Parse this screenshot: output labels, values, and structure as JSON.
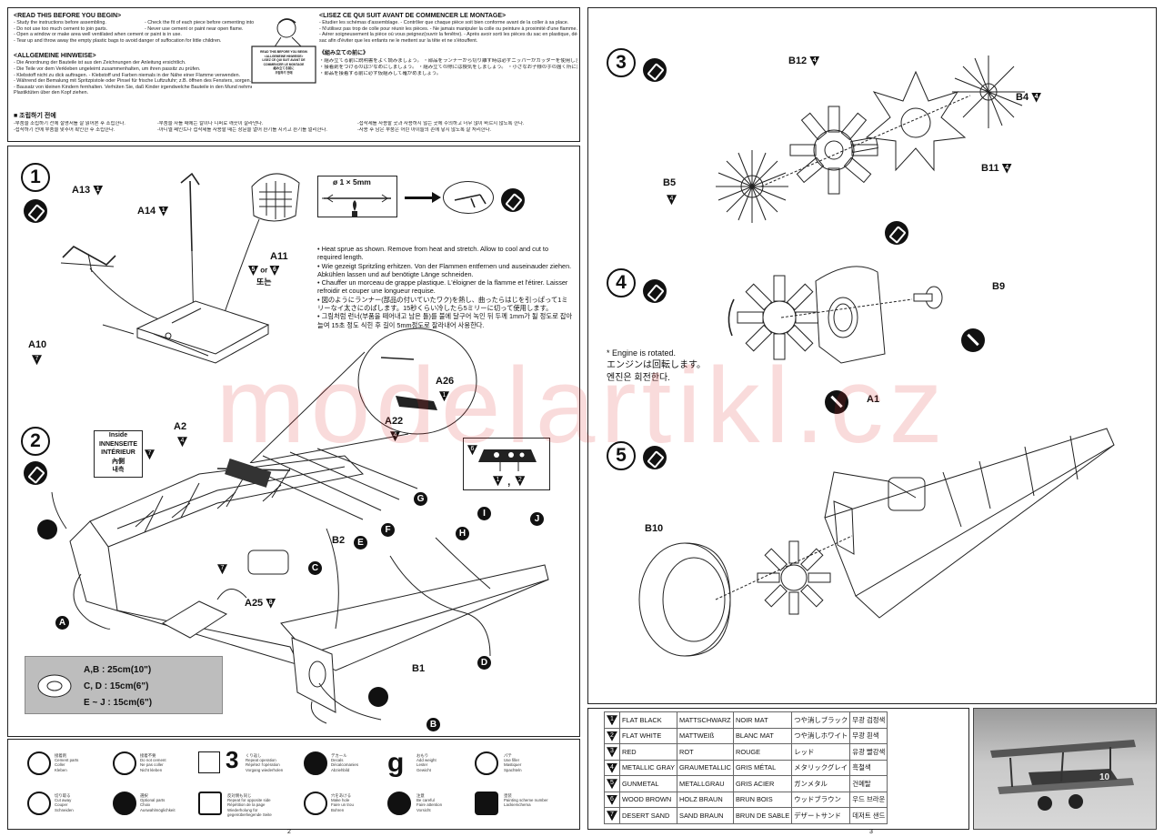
{
  "header": {
    "left": {
      "en_title": "<READ THIS BEFORE YOU BEGIN>",
      "en_lines": [
        "- Study the instructions before assembling.",
        "- Do not use too much cement to join parts.",
        "- Open a window or make area well ventilated when cement or paint is in use.",
        "- Tear up and throw away the empty plastic bags to avoid danger of suffocation for little children."
      ],
      "en_lines_b": [
        "- Check the fit of each piece before cementing into place.",
        "- Never use cement or paint near open flame."
      ],
      "de_title": "<ALLGEMEINE HINWEISE>",
      "de_lines": [
        "- Die Anordnung der Bauteile ist aus den Zeichnungen der  Anleitung ersichtlich.",
        "- Die Teile vor dem Verkleben ungeleimt zusammenhalten, um ihren passitz zu prüfen.",
        "- Klebstoff nicht zu dick auftragen.          - Klebstoff und Farben niemals in der Nähe einer Flamme verwenden.",
        "- Während der Bemalung mit Spritzpistole oder Pinsel für frische Luftzufuhr; z.B. öffnen des Fensters, sorgen.",
        "- Bausatz von kleinen Kindern fernhalten. Verhüten Sie, daß Kinder irgendwelche Bauteile in den Mund nehmen oder",
        "  Plastiktüten über den Kopf ziehen."
      ],
      "kr_title": "■ 조립하기 전에",
      "kr_lines": [
        "-부품을 조립하기 전에 설명서를 잘 읽어본 후 조립한다.",
        "-접착하기 전에 부품을 맞추어 확인한 후 조립한다."
      ],
      "kr_lines_b": [
        "-부품을 자를 때에는 칼이나 니퍼로 깨끗이 잘라낸다.",
        "-아니엘 페인트나 접착제를 사용할 때는 창문을 열어 환기를 시키고 환기를 멀리한다."
      ],
      "kr_lines_c": [
        "-접착제를 사용할 곳과 사용하지 않는 곳에 주의하고 너무 많이 바르지 않도록 한다.",
        "-사용 후 남은 부품은 어린 아이들의 손에 닿지 않도록 잘 처리한다."
      ]
    },
    "sign_text": [
      "READ THIS BEFORE YOU BEGIN",
      "<ALLGEMEINE HINWEISE>",
      "LISEZ CE QUI SUIT AVANT DE",
      "COMMENCER LE MONTAGE",
      "組み立てる前に",
      "조립하기 전에"
    ],
    "right": {
      "fr_title": "<LISEZ CE QUI SUIT AVANT DE COMMENCER LE MONTAGE>",
      "fr_lines": [
        "- Etudier les schémas d'assemblage.         - Contrôler que chaque pièce soit bien conforme avant de la coller à sa place.",
        "- N'utilisez pas trop de colle pour réunir les pièces.         - Ne jamais manipuler la colle ou peinture à proximité d'une flamme.",
        "- Aérer soigneusement la pièce où vous peignez(ouvrir la fenêtre).     - Après avoir sorti les pièces du sac en plastique, déchirer le",
        "  sac afin d'éviter que les enfants ne le mettent sur la tête et ne s'étouffent."
      ],
      "jp_title": "《組み立ての前に》",
      "jp_lines": [
        "・組み立てる前に説明書をよく読みましょう。   ・部品をランナーから切り離す時は必ずニッパーかカッターを使用しましょう。",
        "・接着剤をつけるのは少なめにしましょう。   ・組み立ての際には換気をしましょう。   ・小さなお子様の手の届く所に置かないでください。",
        "・部品を接着する前に必ず仮組みして確かめましょう。"
      ]
    }
  },
  "step1": {
    "number": "1",
    "parts": {
      "a13": "A13",
      "a14": "A14",
      "a11": "A11",
      "a10": "A10"
    },
    "a13_color": "1",
    "a10_color": "7",
    "a11_colors": [
      "5",
      "6"
    ],
    "a11_or": "or",
    "a11_kr": "또는",
    "sprue_size": "ø 1 × 5mm",
    "instructions": [
      "• Heat sprue as shown. Remove from heat and stretch. Allow to cool and cut to required length.",
      "• Wie gezeigt Spritzling erhitzen. Von der Flammen entfernen und auseinauder ziehen. Abkühlen lassen und auf benötigte Länge schneiden.",
      "• Chauffer un morceau de grappe plastique. L'éloigner de la flamme et l'étirer. Laisser refroidir et couper une longueur requise.",
      "• 図のようにランナー(部品の付いていたワク)を熱し、曲ったらはじを引っぱって1ミリーなイ太さにのばします。15秒くらい冷したら5ミリーに切って使用します。",
      "• 그림처럼 런너(부품을 떼어내고 남은 틀)를 불에 달구어 녹인 뒤 두께 1mm가 될 정도로 잡아 늘여 15초 정도 식힌 후 길이 5mm정도로 잘라내어 사용한다."
    ]
  },
  "step2": {
    "number": "2",
    "parts": {
      "a2": "A2",
      "a26": "A26",
      "a22": "A22",
      "a25": "A25",
      "b2": "B2",
      "b1": "B1"
    },
    "a2_color": "4",
    "a26_color": "1",
    "a22_color": "4",
    "a25_color": "8",
    "seat_color": "7",
    "panel_colors": [
      "6",
      "1",
      "2"
    ],
    "inside_labels": [
      "Inside",
      "INNENSEITE",
      "INTÉRIEUR",
      "內側",
      "내측"
    ],
    "inside_color": "7",
    "wire_labels": [
      "A",
      "B",
      "C",
      "D",
      "E",
      "F",
      "G",
      "H",
      "I",
      "J"
    ],
    "lengths": [
      {
        "letters": "A,B",
        "value": ": 25cm(10\")"
      },
      {
        "letters": "C, D",
        "value": ": 15cm(6\")"
      },
      {
        "letters": "E ~ J",
        "value": ": 15cm(6\")"
      }
    ]
  },
  "step3": {
    "number": "3",
    "parts": {
      "b12": "B12",
      "b4": "B4",
      "b5": "B5",
      "b11": "B11"
    },
    "colors": {
      "b12": "4",
      "b4": "4",
      "b5": "4",
      "b11": "4"
    }
  },
  "step4": {
    "number": "4",
    "parts": {
      "b9": "B9",
      "a1": "A1"
    },
    "note_en": "* Engine is rotated.",
    "note_jp": "エンジンは回転します。",
    "note_kr": "엔진은 회전한다."
  },
  "step5": {
    "number": "5",
    "parts": {
      "b10": "B10"
    }
  },
  "watermark": "modelartikl.cz",
  "legend": [
    {
      "icon": "cement-icon",
      "text": [
        "接着剤",
        "Cement parts",
        "Coller",
        "Kleben"
      ]
    },
    {
      "icon": "no-cement-icon",
      "text": [
        "接着不要",
        "Do not cement",
        "Ne pas coller",
        "Nicht kleben"
      ]
    },
    {
      "icon": "repeat-icon",
      "text": [
        "くり返し",
        "Repeat operation",
        "Répétez l'opération",
        "Vorgang wiederholen"
      ],
      "num": "3"
    },
    {
      "icon": "decal-icon",
      "text": [
        "デカール",
        "Decals",
        "Décalcomanies",
        "Abziehbild"
      ]
    },
    {
      "icon": "weight-icon",
      "text": [
        "おもり",
        "Add weight",
        "Lester",
        "Gewicht"
      ],
      "num": "g"
    },
    {
      "icon": "filler-icon",
      "text": [
        "パテ",
        "Use filler",
        "Mastiquer",
        "Spachteln"
      ]
    },
    {
      "icon": "cut-icon",
      "text": [
        "切り取る",
        "Cut away",
        "Couper",
        "Schneiden"
      ]
    },
    {
      "icon": "option-icon",
      "text": [
        "選択",
        "Optional parts",
        "Choix",
        "Auswahlmöglichkeit"
      ]
    },
    {
      "icon": "opposite-icon",
      "text": [
        "反対側も同じ",
        "Repeat for opposite side",
        "Répétition de la page",
        "Wiederholung für gegenüberliegende Seite"
      ]
    },
    {
      "icon": "drill-icon",
      "text": [
        "穴をあける",
        "Make hole",
        "Faire un trou",
        "Bohren"
      ]
    },
    {
      "icon": "careful-icon",
      "text": [
        "注意",
        "Be careful",
        "Faire attention",
        "Vorsicht"
      ]
    },
    {
      "icon": "paint-icon",
      "text": [
        "塗装",
        "Painting scheme number",
        "Lackierschema"
      ]
    }
  ],
  "colors": [
    {
      "num": "1",
      "en": "FLAT BLACK",
      "de": "MATTSCHWARZ",
      "fr": "NOIR MAT",
      "jp": "つや消しブラック",
      "kr": "무광 검정색"
    },
    {
      "num": "2",
      "en": "FLAT WHITE",
      "de": "MATTWEIß",
      "fr": "BLANC MAT",
      "jp": "つや消しホワイト",
      "kr": "무광 흰색"
    },
    {
      "num": "3",
      "en": "RED",
      "de": "ROT",
      "fr": "ROUGE",
      "jp": "レッド",
      "kr": "유광 빨강색"
    },
    {
      "num": "4",
      "en": "METALLIC GRAY",
      "de": "GRAUMETALLIC",
      "fr": "GRIS MÉTAL",
      "jp": "メタリックグレイ",
      "kr": "흑철색"
    },
    {
      "num": "5",
      "en": "GUNMETAL",
      "de": "METALLGRAU",
      "fr": "GRIS ACIER",
      "jp": "ガンメタル",
      "kr": "건메탈"
    },
    {
      "num": "6",
      "en": "WOOD BROWN",
      "de": "HOLZ BRAUN",
      "fr": "BRUN BOIS",
      "jp": "ウッドブラウン",
      "kr": "우드 브라운"
    },
    {
      "num": "7",
      "en": "DESERT SAND",
      "de": "SAND BRAUN",
      "fr": "BRUN DE SABLE",
      "jp": "デザートサンド",
      "kr": "데저트 샌드"
    }
  ],
  "page_numbers": {
    "left": "2",
    "right": "3"
  },
  "photo": {
    "fuselage_text": "10"
  }
}
